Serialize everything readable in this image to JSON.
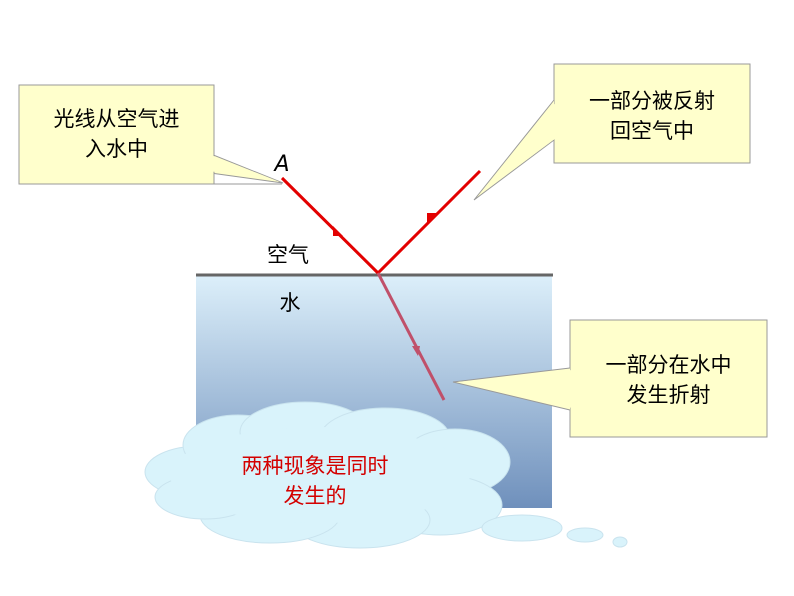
{
  "callouts": {
    "incident": {
      "lines": [
        "光线从空气进",
        "入水中"
      ]
    },
    "reflected": {
      "lines": [
        "一部分被反射",
        "回空气中"
      ]
    },
    "refracted": {
      "lines": [
        "一部分在水中",
        "发生折射"
      ]
    },
    "cloud": {
      "lines": [
        "两种现象是同时",
        "发生的"
      ]
    }
  },
  "labels": {
    "point_a": "A",
    "air": "空气",
    "water": "水"
  },
  "colors": {
    "callout_fill": "#FFFFCC",
    "callout_stroke": "#999999",
    "water_top": "#DCEFFA",
    "water_bottom": "#6F90BC",
    "surface_line": "#666666",
    "ray": "#E30000",
    "refracted_ray": "#C0506A",
    "cloud_fill": "#D9F3FB",
    "emphasis_text": "#D40000"
  }
}
